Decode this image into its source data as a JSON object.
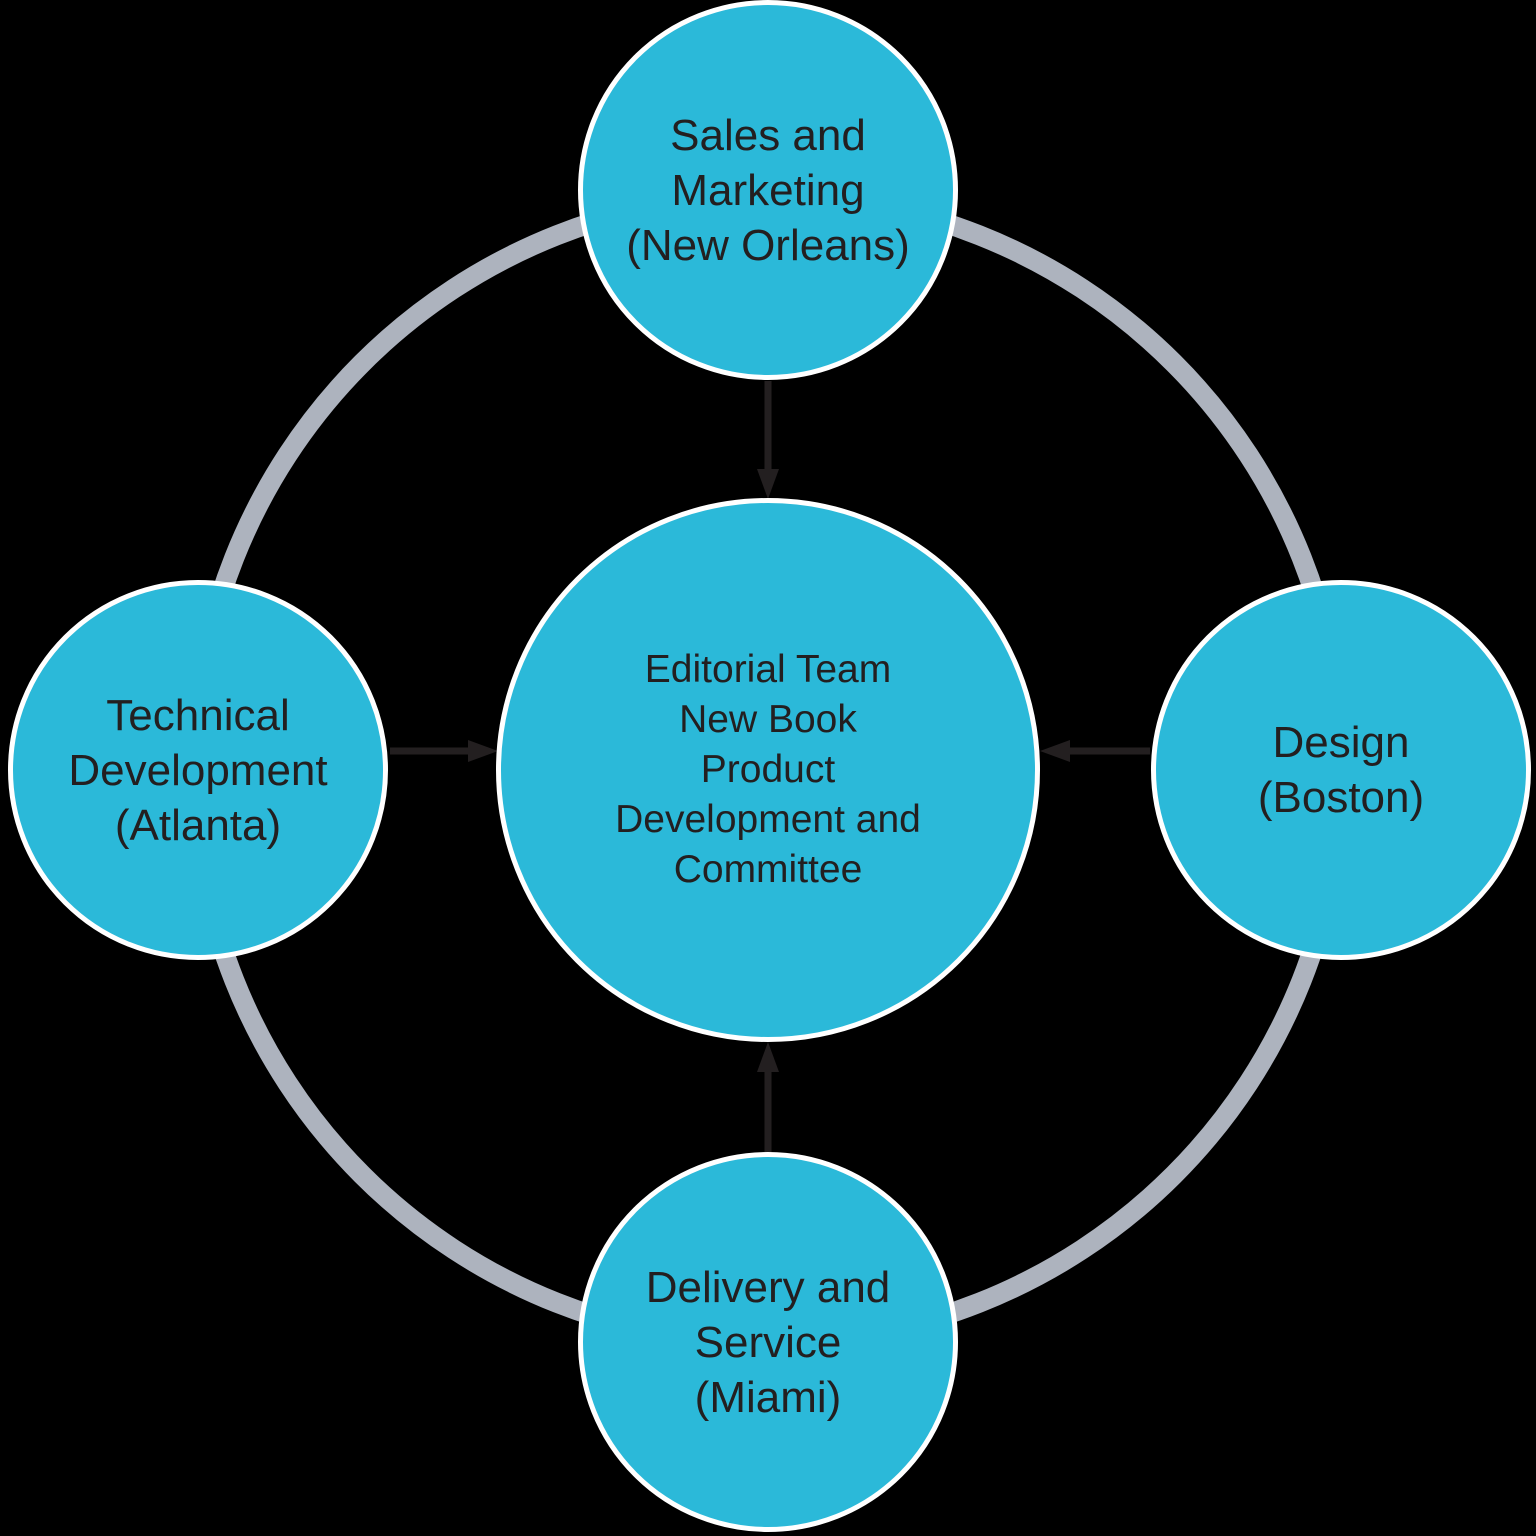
{
  "colors": {
    "background": "#000000",
    "node_fill": "#2BB9D9",
    "node_border": "#FFFFFF",
    "ring": "#ADB3BE",
    "arrow": "#231F20",
    "text": "#231F20"
  },
  "nodes": {
    "center": {
      "label": "Editorial Team New Book Product Development and Committee",
      "lines": [
        "Editorial Team",
        "New Book",
        "Product",
        "Development and",
        "Committee"
      ],
      "position": "center"
    },
    "sales_marketing": {
      "label": "Sales and Marketing (New Orleans)",
      "lines": [
        "Sales and",
        "Marketing",
        "(New Orleans)"
      ],
      "position": "top"
    },
    "design": {
      "label": "Design (Boston)",
      "lines": [
        "Design",
        "(Boston)"
      ],
      "position": "right"
    },
    "delivery_service": {
      "label": "Delivery and Service (Miami)",
      "lines": [
        "Delivery and",
        "Service",
        "(Miami)"
      ],
      "position": "bottom"
    },
    "technical_development": {
      "label": "Technical Development (Atlanta)",
      "lines": [
        "Technical",
        "Development",
        "(Atlanta)"
      ],
      "position": "left"
    }
  },
  "edges": [
    {
      "from": "sales_marketing",
      "to": "center",
      "style": "arrow"
    },
    {
      "from": "design",
      "to": "center",
      "style": "arrow"
    },
    {
      "from": "delivery_service",
      "to": "center",
      "style": "arrow"
    },
    {
      "from": "technical_development",
      "to": "center",
      "style": "arrow"
    },
    {
      "from": "ring",
      "to": "all-satellites",
      "style": "circular-connector"
    }
  ]
}
